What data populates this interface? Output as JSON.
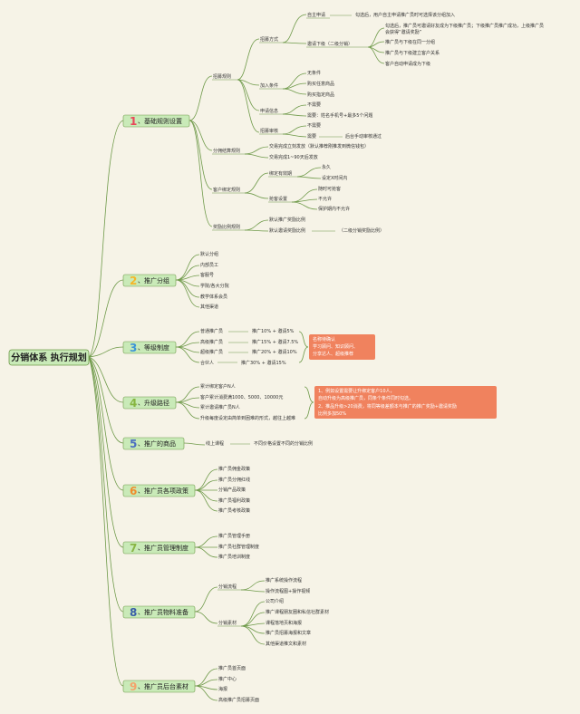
{
  "root": "分销体系 执行规划",
  "colors": {
    "background": "#f6f3e7",
    "category_fill": "#c9eab8",
    "line": "#6f9a4a",
    "note_fill": "#f0825e",
    "number_colors": [
      "#e8475a",
      "#f5b629",
      "#3d94d6",
      "#86b540",
      "#4c6fc0",
      "#f08c2c",
      "#89b545",
      "#3a5ea8",
      "#f4a26b"
    ]
  },
  "categories": [
    {
      "num": "1",
      "label": "、基础规则设置"
    },
    {
      "num": "2",
      "label": "、推广分组"
    },
    {
      "num": "3",
      "label": "、等级制度"
    },
    {
      "num": "4",
      "label": "、升级路径"
    },
    {
      "num": "5",
      "label": "、推广的商品"
    },
    {
      "num": "6",
      "label": "、推广员各项政策"
    },
    {
      "num": "7",
      "label": "、推广员管理制度"
    },
    {
      "num": "8",
      "label": "、推广员物料准备"
    },
    {
      "num": "9",
      "label": "、推广员后台素材"
    }
  ],
  "basic": {
    "招募规则": "招募规则",
    "招募方式": "招募方式",
    "自主申请": "自主申请",
    "自主申请_desc": "勾选后，用户自主申请推广员时可选择该分组加入",
    "邀请下级": "邀请下级（二级分销）",
    "邀请下级_desc1": "勾选后，推广员可邀请好友成为下级推广员；下级推广员推广成功，上级推广员",
    "邀请下级_desc2": "会获得“邀请奖励”",
    "邀请下级_item2": "推广员与下级在同一分组",
    "邀请下级_item3": "推广员与下级建立客户关系",
    "邀请下级_item4": "客户自动申请成为下级",
    "加入条件": "加入条件",
    "加入条件_1": "无条件",
    "加入条件_2": "购买任意商品",
    "加入条件_3": "购买指定商品",
    "申请信息": "申请信息",
    "申请信息_1": "不需要",
    "申请信息_2": "需要：姓名手机号+最多5个问题",
    "招募审核": "招募审核",
    "招募审核_1": "不需要",
    "招募审核_2": "需要",
    "招募审核_2_desc": "后台手动审核通过",
    "分佣结算规则": "分佣结算规则",
    "分佣_1": "交易完成立刻发放（默认推荐刚推发到微信钱包）",
    "分佣_2": "交易完成1~90天后发放",
    "客户绑定规则": "客户绑定规则",
    "绑定有效期": "绑定有效期",
    "绑定_1": "永久",
    "绑定_2": "设定X时间内",
    "抢客设置": "抢客设置",
    "抢客_1": "随时可抢客",
    "抢客_2": "不允许",
    "抢客_3": "保护期内不允许",
    "奖励比例规则": "奖励比例规则",
    "奖励_1": "默认推广奖励比例",
    "奖励_2": "默认邀请奖励比例",
    "奖励_2_desc": "（二级分销奖励比例）"
  },
  "groups": [
    "默认分组",
    "内部员工",
    "客服号",
    "学院/各大分院",
    "教学体系会员",
    "其他渠道"
  ],
  "levels": [
    {
      "name": "普通推广员",
      "rate": "推广10% + 邀请5%"
    },
    {
      "name": "高级推广员",
      "rate": "推广15% + 邀请7.5%"
    },
    {
      "name": "超级推广员",
      "rate": "推广20% + 邀请10%"
    },
    {
      "name": "合伙人",
      "rate": "推广30% + 邀请15%"
    }
  ],
  "levels_note": [
    "名称待确认",
    "学习顾问、知识顾问、",
    "分享达人、超级推荐"
  ],
  "upgrade": [
    "累计绑定客户N人",
    "客户累计消费满1000、5000、10000元",
    "累计邀请推广员N人",
    "升级每度设定由简单到困难的形式，越往上越难"
  ],
  "upgrade_note": [
    "1、例如设置需要让升绑定客户10人，",
    "自动升级为高级推广员，同条个条件同时勾选。",
    "2、推品升级>20消费，将同等级差额本与推广的推广奖励+邀请奖励",
    "比例多加50%"
  ],
  "products": {
    "item": "线上课程",
    "desc": "不同价格设置不同的分销比例"
  },
  "policies": [
    "推广员佣金政策",
    "推广员分佣红线",
    "分销产品政策",
    "推广员福利政策",
    "推广员考核政策"
  ],
  "management": [
    "推广员管理手册",
    "推广员社群管理制度",
    "推广员培训制度"
  ],
  "materials": {
    "流程": "分销流程",
    "流程_items": [
      "推广系统操作流程",
      "操作流程图+操作视频"
    ],
    "素材": "分销素材",
    "素材_items": [
      "公司介绍",
      "推广课程朋友圈和私信社群素材",
      "课程落地页和海报",
      "推广员招募海报和文章",
      "其他渠道推文和素材"
    ]
  },
  "backend": [
    "推广员首页面",
    "推广中心",
    "海报",
    "高级推广员招募页面"
  ]
}
